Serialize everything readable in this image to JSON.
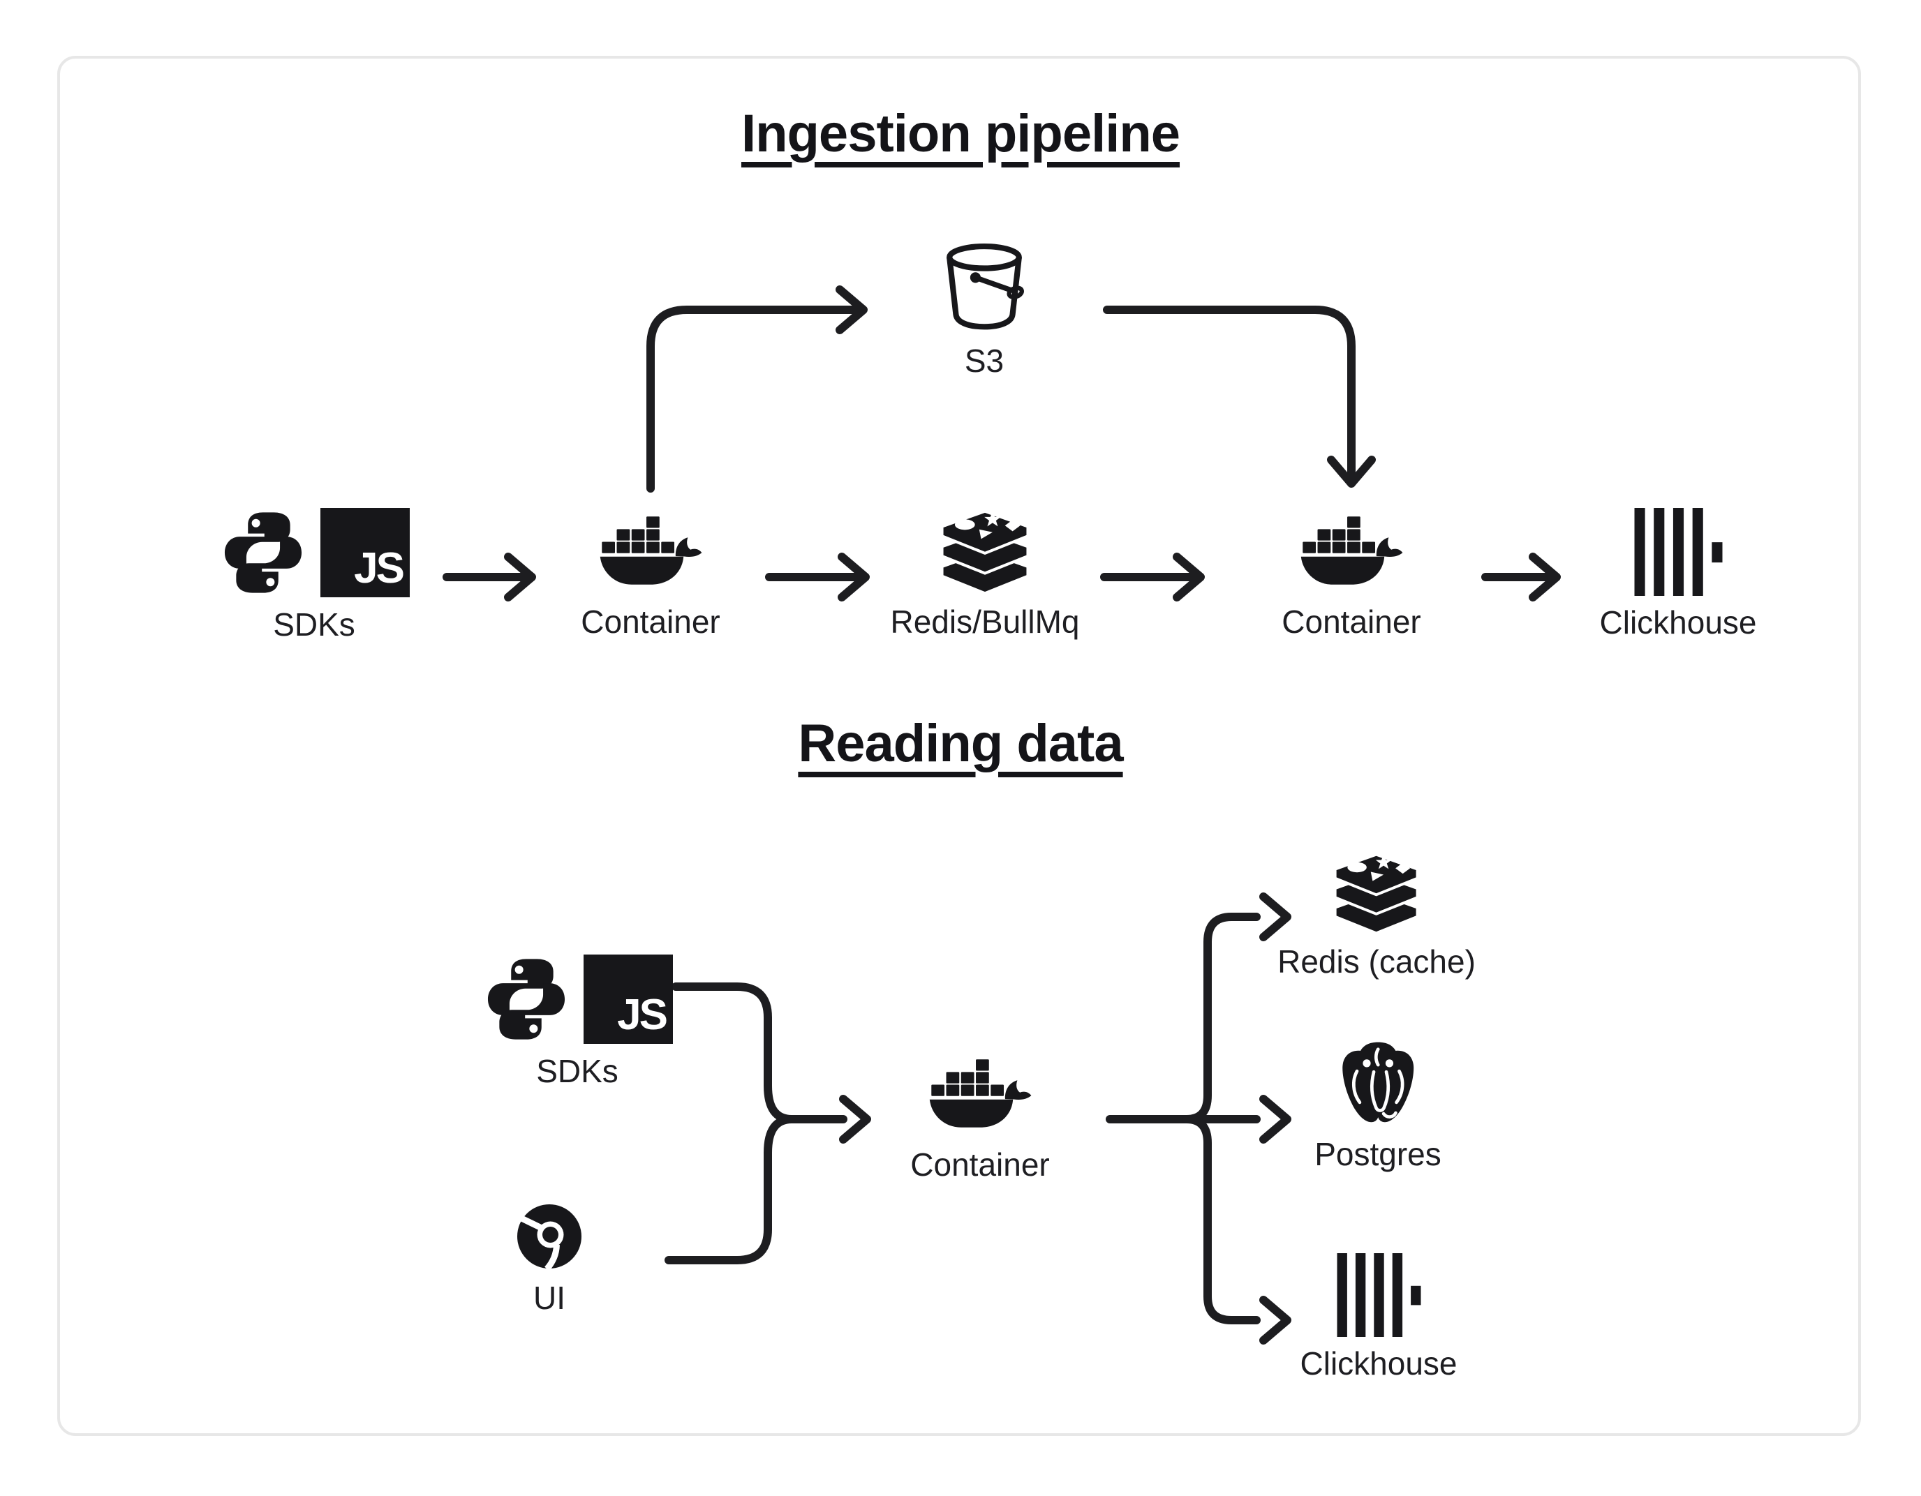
{
  "style": {
    "background": "#ffffff",
    "ink": "#1d1d20",
    "card_border": "#e7e7e7"
  },
  "icons": {
    "js_badge_text": "JS"
  },
  "ingestion": {
    "title": "Ingestion pipeline",
    "nodes": {
      "sdks": {
        "label": "SDKs",
        "icons": [
          "python-icon",
          "js-icon"
        ]
      },
      "ingest_container": {
        "label": "Container",
        "icon": "docker-icon"
      },
      "queue": {
        "label": "Redis/BullMq",
        "icon": "redis-icon"
      },
      "s3": {
        "label": "S3",
        "icon": "s3-bucket-icon"
      },
      "worker_container": {
        "label": "Container",
        "icon": "docker-icon"
      },
      "clickhouse": {
        "label": "Clickhouse",
        "icon": "clickhouse-icon"
      }
    },
    "edges": [
      {
        "from": "SDKs",
        "to": "Container"
      },
      {
        "from": "Container",
        "to": "S3"
      },
      {
        "from": "Container",
        "to": "Redis/BullMq"
      },
      {
        "from": "Redis/BullMq",
        "to": "Container"
      },
      {
        "from": "S3",
        "to": "Container"
      },
      {
        "from": "Container",
        "to": "Clickhouse"
      }
    ]
  },
  "reading": {
    "title": "Reading data",
    "nodes": {
      "sdks": {
        "label": "SDKs",
        "icons": [
          "python-icon",
          "js-icon"
        ]
      },
      "ui": {
        "label": "UI",
        "icon": "chrome-icon"
      },
      "api_container": {
        "label": "Container",
        "icon": "docker-icon"
      },
      "redis_cache": {
        "label": "Redis (cache)",
        "icon": "redis-icon"
      },
      "postgres": {
        "label": "Postgres",
        "icon": "postgres-icon"
      },
      "clickhouse": {
        "label": "Clickhouse",
        "icon": "clickhouse-icon"
      }
    },
    "edges": [
      {
        "from": "SDKs",
        "to": "Container"
      },
      {
        "from": "UI",
        "to": "Container"
      },
      {
        "from": "Container",
        "to": "Redis (cache)"
      },
      {
        "from": "Container",
        "to": "Postgres"
      },
      {
        "from": "Container",
        "to": "Clickhouse"
      }
    ]
  }
}
